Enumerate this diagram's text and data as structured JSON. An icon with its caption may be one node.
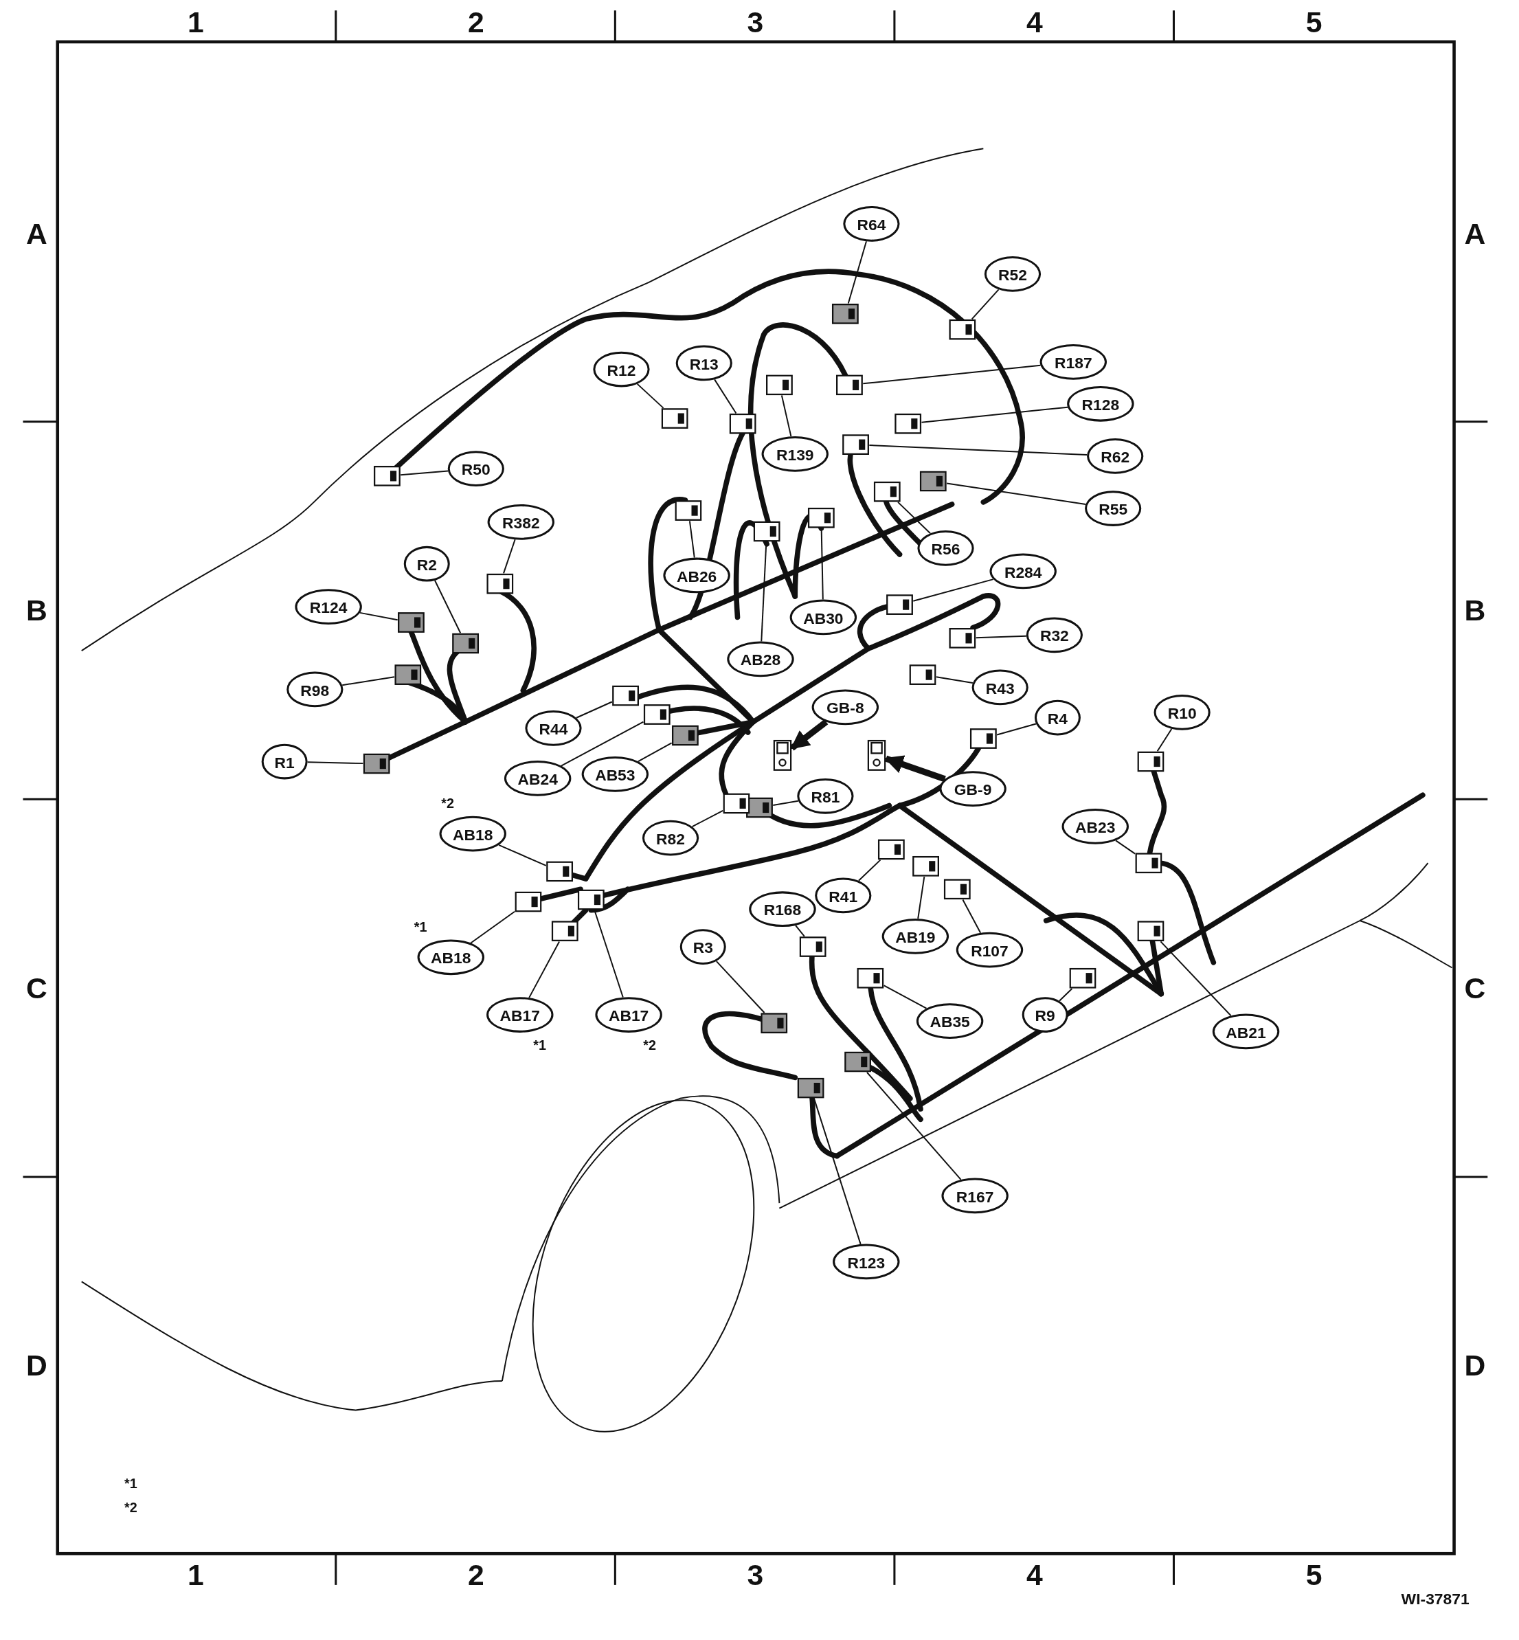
{
  "diagram": {
    "nodes": [
      {
        "text": [
          "R64"
        ]
      },
      {
        "text": [],
        "shape": "box"
      },
      {
        "text": [
          "R52"
        ]
      },
      {
        "text": [],
        "shape": "box"
      },
      {
        "text": [
          "R187"
        ]
      },
      {
        "text": [],
        "shape": "box"
      },
      {
        "text": [
          "R128"
        ]
      },
      {
        "text": [],
        "shape": "box"
      },
      {
        "text": [
          "R12"
        ]
      },
      {
        "text": [],
        "shape": "box"
      },
      {
        "text": [
          "R13"
        ]
      },
      {
        "text": [],
        "shape": "box"
      },
      {
        "text": [
          "R139"
        ]
      },
      {
        "text": [],
        "shape": "box"
      },
      {
        "text": [
          "R62"
        ]
      },
      {
        "text": [],
        "shape": "box"
      },
      {
        "text": [
          "R50"
        ]
      },
      {
        "text": [],
        "shape": "box"
      },
      {
        "text": [
          "R55"
        ]
      },
      {
        "text": [],
        "shape": "box"
      },
      {
        "text": [
          "R56"
        ]
      },
      {
        "text": [],
        "shape": "box"
      },
      {
        "text": [
          "AB26"
        ]
      },
      {
        "text": [],
        "shape": "box"
      },
      {
        "text": [
          "R382"
        ]
      },
      {
        "text": [],
        "shape": "box"
      },
      {
        "text": [
          "AB30"
        ]
      },
      {
        "text": [],
        "shape": "box"
      },
      {
        "text": [
          "R2"
        ]
      },
      {
        "text": [],
        "shape": "box"
      },
      {
        "text": [
          "R284"
        ]
      },
      {
        "text": [],
        "shape": "box"
      },
      {
        "text": [
          "R124"
        ]
      },
      {
        "text": [],
        "shape": "box"
      },
      {
        "text": [
          "R32"
        ]
      },
      {
        "text": [],
        "shape": "box"
      },
      {
        "text": [
          "AB28"
        ]
      },
      {
        "text": [],
        "shape": "box"
      },
      {
        "text": [
          "R98"
        ]
      },
      {
        "text": [],
        "shape": "box"
      },
      {
        "text": [
          "R43"
        ]
      },
      {
        "text": [],
        "shape": "box"
      },
      {
        "text": [
          "GB-8"
        ]
      },
      {
        "text": [],
        "shape": "box"
      },
      {
        "text": [
          "R4"
        ]
      },
      {
        "text": [],
        "shape": "box"
      },
      {
        "text": [
          "R10"
        ]
      },
      {
        "text": [],
        "shape": "box"
      },
      {
        "text": [
          "R44"
        ]
      },
      {
        "text": [],
        "shape": "box"
      },
      {
        "text": [
          "R1"
        ]
      },
      {
        "text": [],
        "shape": "box"
      },
      {
        "text": [
          "AB24"
        ]
      },
      {
        "text": [],
        "shape": "box"
      },
      {
        "text": [
          "AB53"
        ]
      },
      {
        "text": [],
        "shape": "box"
      },
      {
        "text": [
          "GB-9"
        ]
      },
      {
        "text": [],
        "shape": "box"
      },
      {
        "text": [
          "R81"
        ]
      },
      {
        "text": [],
        "shape": "box"
      },
      {
        "text": [
          "AB18"
        ],
        "beside": [
          "*2"
        ]
      },
      {
        "text": [],
        "shape": "box"
      },
      {
        "text": [
          "AB23"
        ]
      },
      {
        "text": [],
        "shape": "box"
      },
      {
        "text": [
          "R82"
        ]
      },
      {
        "text": [],
        "shape": "box"
      },
      {
        "text": [
          "R41"
        ]
      },
      {
        "text": [],
        "shape": "box"
      },
      {
        "text": [
          "R168"
        ]
      },
      {
        "text": [],
        "shape": "box"
      },
      {
        "text": [
          "AB18"
        ],
        "beside": [
          "*1"
        ]
      },
      {
        "text": [],
        "shape": "box"
      },
      {
        "text": [
          "AB19"
        ]
      },
      {
        "text": [],
        "shape": "box"
      },
      {
        "text": [
          "R107"
        ]
      },
      {
        "text": [],
        "shape": "box"
      },
      {
        "text": [
          "R3"
        ]
      },
      {
        "text": [],
        "shape": "box"
      },
      {
        "text": [
          "AB17"
        ],
        "beside": [
          "*1"
        ]
      },
      {
        "text": [],
        "shape": "box"
      },
      {
        "text": [
          "AB17"
        ],
        "beside": [
          "*2"
        ]
      },
      {
        "text": [],
        "shape": "box"
      },
      {
        "text": [
          "AB35"
        ]
      },
      {
        "text": [],
        "shape": "box"
      },
      {
        "text": [
          "R9"
        ]
      },
      {
        "text": [],
        "shape": "box"
      },
      {
        "text": [
          "AB21"
        ]
      },
      {
        "text": [],
        "shape": "box"
      },
      {
        "text": [
          "R167"
        ]
      },
      {
        "text": [],
        "shape": "box"
      },
      {
        "text": [
          "R123"
        ]
      },
      {
        "text": [],
        "shape": "box"
      }
    ],
    "edges": [
      {
        "from": 0,
        "to": 1,
        "arrow": "none"
      },
      {
        "from": 2,
        "to": 3,
        "arrow": "none"
      },
      {
        "from": 4,
        "to": 5,
        "arrow": "none"
      },
      {
        "from": 6,
        "to": 7,
        "arrow": "none"
      },
      {
        "from": 8,
        "to": 9,
        "arrow": "none"
      },
      {
        "from": 10,
        "to": 11,
        "arrow": "none"
      },
      {
        "from": 12,
        "to": 13,
        "arrow": "none"
      },
      {
        "from": 14,
        "to": 15,
        "arrow": "none"
      },
      {
        "from": 16,
        "to": 17,
        "arrow": "none"
      },
      {
        "from": 18,
        "to": 19,
        "arrow": "none"
      },
      {
        "from": 20,
        "to": 21,
        "arrow": "none"
      },
      {
        "from": 22,
        "to": 23,
        "arrow": "none"
      },
      {
        "from": 24,
        "to": 25,
        "arrow": "none"
      },
      {
        "from": 26,
        "to": 27,
        "arrow": "none"
      },
      {
        "from": 28,
        "to": 29,
        "arrow": "none"
      },
      {
        "from": 30,
        "to": 31,
        "arrow": "none"
      },
      {
        "from": 32,
        "to": 33,
        "arrow": "none"
      },
      {
        "from": 34,
        "to": 35,
        "arrow": "none"
      },
      {
        "from": 36,
        "to": 37,
        "arrow": "none"
      },
      {
        "from": 38,
        "to": 39,
        "arrow": "none"
      },
      {
        "from": 40,
        "to": 41,
        "arrow": "none"
      },
      {
        "from": 42,
        "to": 43,
        "arrow": "to",
        "style": "thick"
      },
      {
        "from": 44,
        "to": 45,
        "arrow": "none"
      },
      {
        "from": 46,
        "to": 47,
        "arrow": "none"
      },
      {
        "from": 48,
        "to": 49,
        "arrow": "none"
      },
      {
        "from": 50,
        "to": 51,
        "arrow": "none"
      },
      {
        "from": 52,
        "to": 53,
        "arrow": "none"
      },
      {
        "from": 54,
        "to": 55,
        "arrow": "none"
      },
      {
        "from": 56,
        "to": 57,
        "arrow": "to",
        "style": "thick"
      },
      {
        "from": 58,
        "to": 59,
        "arrow": "none"
      },
      {
        "from": 60,
        "to": 61,
        "arrow": "none"
      },
      {
        "from": 62,
        "to": 63,
        "arrow": "none"
      },
      {
        "from": 64,
        "to": 65,
        "arrow": "none"
      },
      {
        "from": 66,
        "to": 67,
        "arrow": "none"
      },
      {
        "from": 68,
        "to": 69,
        "arrow": "none"
      },
      {
        "from": 70,
        "to": 71,
        "arrow": "none"
      },
      {
        "from": 72,
        "to": 73,
        "arrow": "none"
      },
      {
        "from": 74,
        "to": 75,
        "arrow": "none"
      },
      {
        "from": 76,
        "to": 77,
        "arrow": "none"
      },
      {
        "from": 78,
        "to": 79,
        "arrow": "none"
      },
      {
        "from": 80,
        "to": 81,
        "arrow": "none"
      },
      {
        "from": 82,
        "to": 83,
        "arrow": "none"
      },
      {
        "from": 84,
        "to": 85,
        "arrow": "none"
      },
      {
        "from": 86,
        "to": 87,
        "arrow": "none"
      },
      {
        "from": 88,
        "to": 89,
        "arrow": "none"
      },
      {
        "from": 90,
        "to": 91,
        "arrow": "none"
      }
    ],
    "labels": [
      "1",
      "2",
      "3",
      "4",
      "5",
      "A",
      "A",
      "B",
      "B",
      "C",
      "C",
      "D",
      "D",
      "*1",
      "*2",
      "1",
      "2",
      "3",
      "4",
      "5",
      "WI-37871"
    ]
  }
}
